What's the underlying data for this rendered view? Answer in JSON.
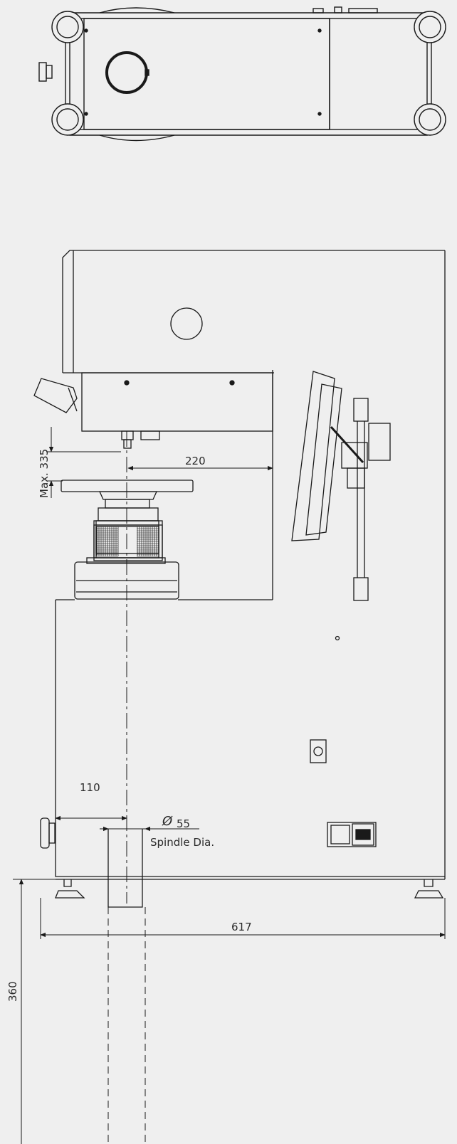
{
  "diagram": {
    "background_color": "#efefef",
    "line_color": "#1a1a1a",
    "dimensions": {
      "max_height": "Max. 335",
      "throat_depth": "220",
      "center_offset": "110",
      "spindle_symbol": "Ø",
      "spindle_value": "55",
      "spindle_label": "Spindle Dia.",
      "overall_width": "617",
      "pit_depth": "360"
    }
  }
}
